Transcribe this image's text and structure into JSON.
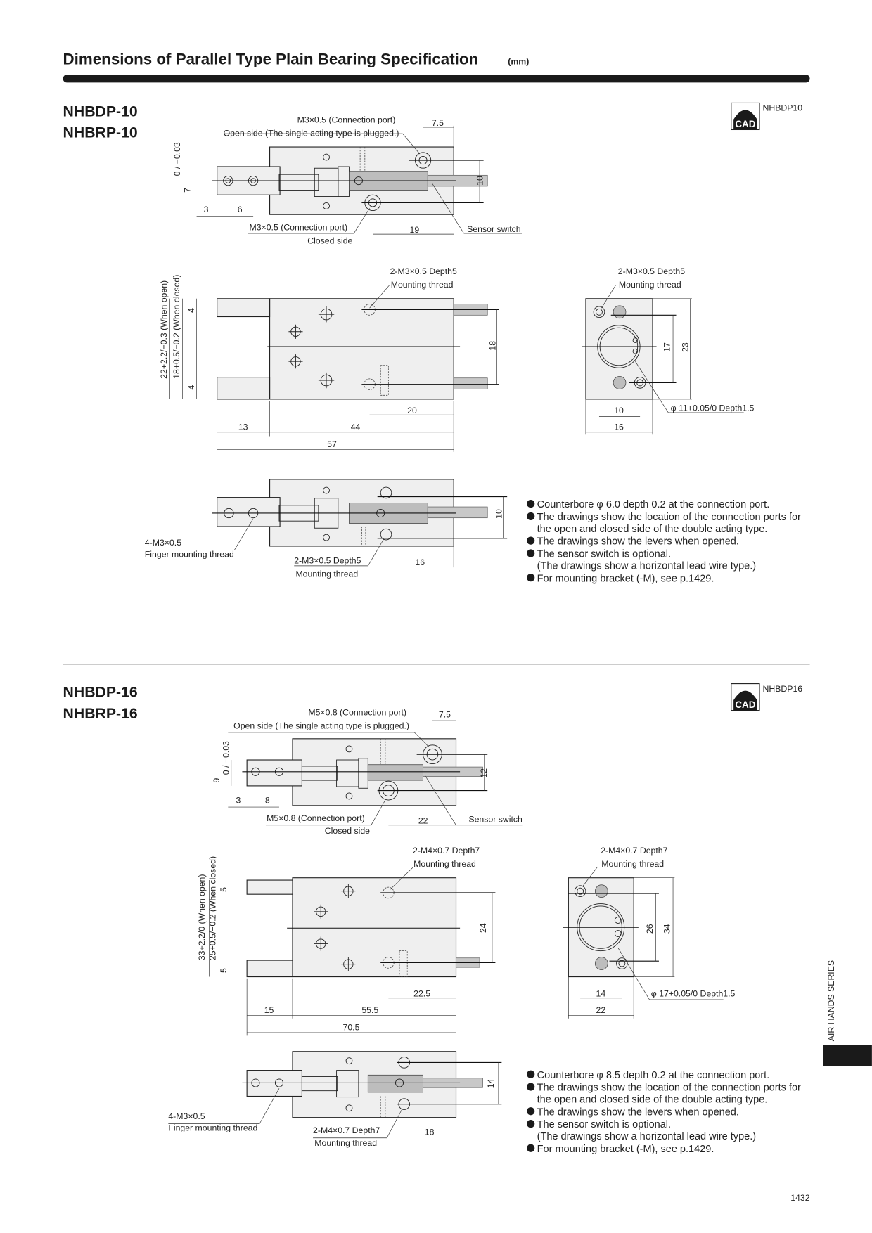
{
  "header": {
    "title": "Dimensions of Parallel Type Plain Bearing Specification",
    "unit": "(mm)"
  },
  "sections": [
    {
      "models": [
        "NHBDP-10",
        "NHBRP-10"
      ],
      "cad_label": "NHBDP10",
      "cad_icon": "CAD",
      "top_view": {
        "port_open": "M3×0.5 (Connection port)",
        "port_open_note": "Open side (The single acting type is plugged.)",
        "dim_port": "7.5",
        "dim_height": "10",
        "dim_finger_w": "7",
        "dim_finger_tol": "0 / −0.03",
        "dim_a": "3",
        "dim_b": "6",
        "port_closed": "M3×0.5 (Connection port)",
        "port_closed_note": "Closed side",
        "dim_sensor": "19",
        "sensor": "Sensor switch"
      },
      "side_view": {
        "thread": "2-M3×0.5 Depth5",
        "thread_note": "Mounting thread",
        "dim_open": "22+2.2/−0.3 (When open)",
        "dim_closed": "18+0.5/−0.2 (When closed)",
        "dim_top": "4",
        "dim_bottom": "4",
        "dim_height": "18",
        "dim_20": "20",
        "dim_13": "13",
        "dim_44": "44",
        "dim_57": "57"
      },
      "end_view": {
        "thread": "2-M3×0.5 Depth5",
        "thread_note": "Mounting thread",
        "dim_17": "17",
        "dim_23": "23",
        "dim_10": "10",
        "dim_16": "16",
        "bore": "φ 11+0.05/0 Depth1.5"
      },
      "bottom_view": {
        "finger_thread": "4-M3×0.5",
        "finger_thread_note": "Finger mounting thread",
        "thread": "2-M3×0.5 Depth5",
        "thread_note": "Mounting thread",
        "dim_16": "16",
        "dim_10": "10"
      },
      "notes": [
        "Counterbore φ 6.0 depth 0.2 at the connection port.",
        "The drawings show the location of the connection ports for",
        "the open and closed side of the double acting type.",
        "The drawings show the levers when opened.",
        "The sensor switch is optional.",
        "(The drawings show a horizontal lead wire type.)",
        "For mounting bracket (-M), see p.1429."
      ]
    },
    {
      "models": [
        "NHBDP-16",
        "NHBRP-16"
      ],
      "cad_label": "NHBDP16",
      "cad_icon": "CAD",
      "top_view": {
        "port_open": "M5×0.8 (Connection port)",
        "port_open_note": "Open side (The single acting type is plugged.)",
        "dim_port": "7.5",
        "dim_height": "12",
        "dim_finger_w": "9",
        "dim_finger_tol": "0 / −0.03",
        "dim_a": "3",
        "dim_b": "8",
        "port_closed": "M5×0.8 (Connection port)",
        "port_closed_note": "Closed side",
        "dim_sensor": "22",
        "sensor": "Sensor switch"
      },
      "side_view": {
        "thread": "2-M4×0.7 Depth7",
        "thread_note": "Mounting thread",
        "dim_open": "33+2.2/0 (When open)",
        "dim_closed": "25+0.5/−0.2 (When closed)",
        "dim_top": "5",
        "dim_bottom": "5",
        "dim_height": "24",
        "dim_20": "22.5",
        "dim_13": "15",
        "dim_44": "55.5",
        "dim_57": "70.5"
      },
      "end_view": {
        "thread": "2-M4×0.7 Depth7",
        "thread_note": "Mounting thread",
        "dim_17": "26",
        "dim_23": "34",
        "dim_10": "14",
        "dim_16": "22",
        "bore": "φ 17+0.05/0 Depth1.5"
      },
      "bottom_view": {
        "finger_thread": "4-M3×0.5",
        "finger_thread_note": "Finger mounting thread",
        "thread": "2-M4×0.7 Depth7",
        "thread_note": "Mounting thread",
        "dim_16": "18",
        "dim_10": "14"
      },
      "notes": [
        "Counterbore φ 8.5 depth 0.2 at the connection port.",
        "The drawings show the location of the connection ports for",
        "the open and closed side of the double acting type.",
        "The drawings show the levers when opened.",
        "The sensor switch is optional.",
        "(The drawings show a horizontal lead wire type.)",
        "For mounting bracket (-M), see p.1429."
      ]
    }
  ],
  "side_tab": {
    "label": "AIR HANDS SERIES"
  },
  "footer": {
    "page_number": "1432"
  }
}
